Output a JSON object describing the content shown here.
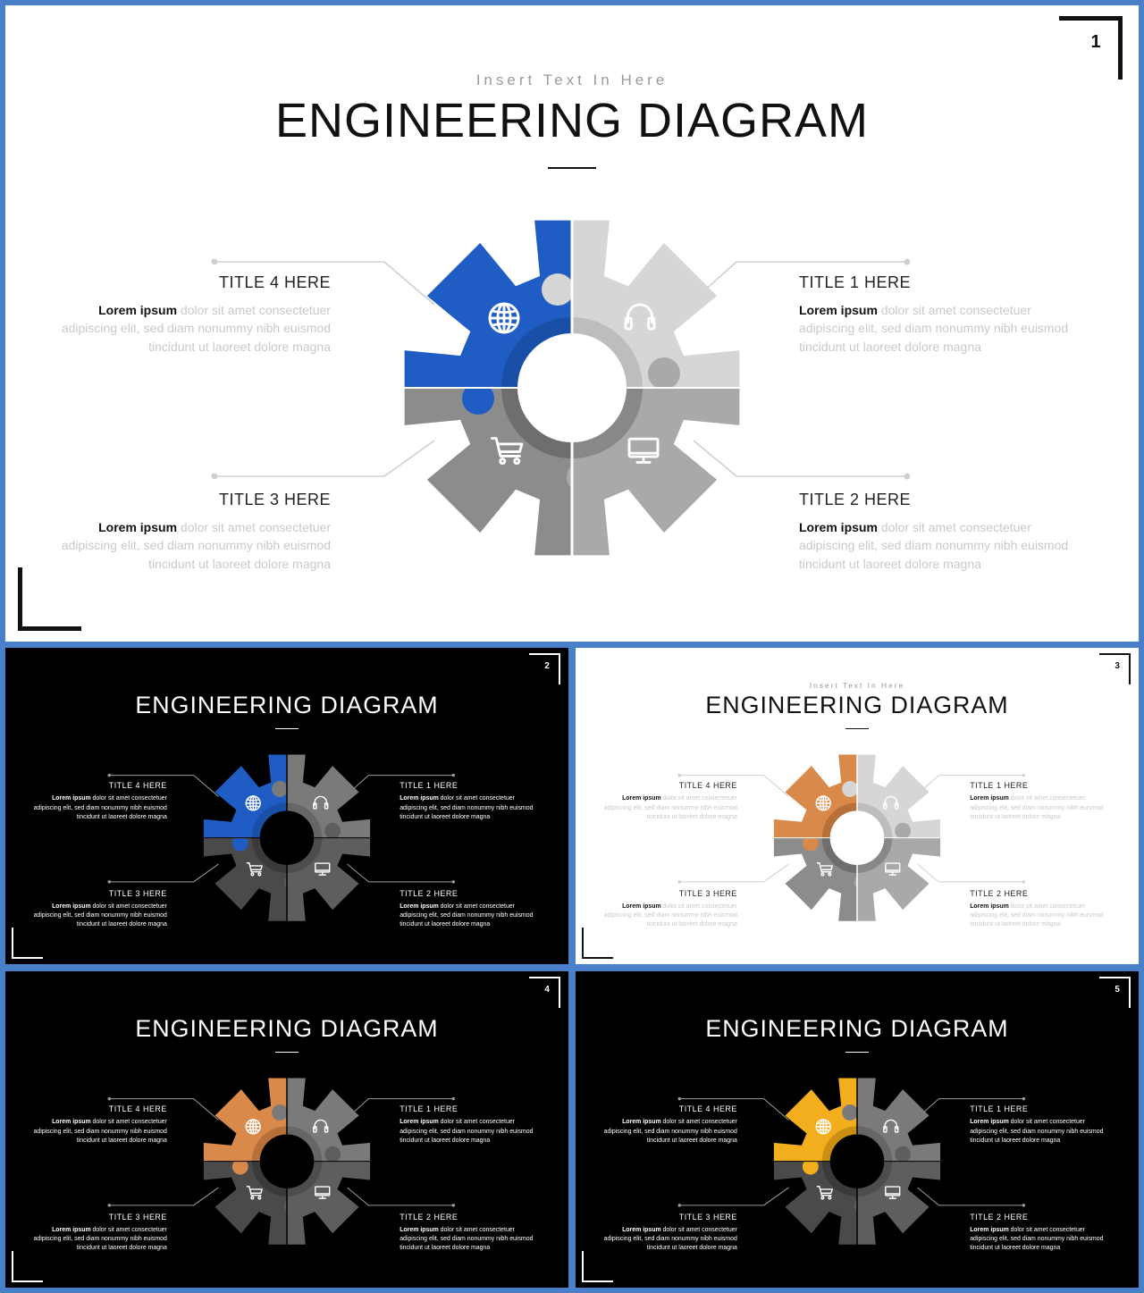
{
  "slides": [
    {
      "number": "1",
      "subtitle": "Insert Text In Here",
      "title": "ENGINEERING DIAGRAM",
      "theme": "light",
      "accent": "#1f5cc4",
      "colors": {
        "tl": "#1f5cc4",
        "tr": "#d6d6d6",
        "bl": "#8c8c8c",
        "br": "#a9a9a9",
        "ringTL": "#1a4fa8",
        "ringTR": "#bdbdbd",
        "ringBL": "#6e6e6e",
        "ringBR": "#888888"
      },
      "items": [
        {
          "title": "TITLE 4 HERE",
          "bold": "Lorem ipsum",
          "text": " dolor sit amet consectetuer adipiscing elit, sed diam nonummy nibh euismod tincidunt ut laoreet dolore magna"
        },
        {
          "title": "TITLE 1 HERE",
          "bold": "Lorem ipsum",
          "text": " dolor sit amet consectetuer adipiscing elit, sed diam nonummy nibh euismod tincidunt ut laoreet dolore magna"
        },
        {
          "title": "TITLE 3 HERE",
          "bold": "Lorem ipsum",
          "text": " dolor sit amet consectetuer adipiscing elit, sed diam nonummy nibh euismod tincidunt ut laoreet dolore magna"
        },
        {
          "title": "TITLE 2 HERE",
          "bold": "Lorem ipsum",
          "text": " dolor sit amet consectetuer adipiscing elit, sed diam nonummy nibh euismod tincidunt ut laoreet dolore magna"
        }
      ]
    },
    {
      "number": "2",
      "subtitle": "",
      "title": "ENGINEERING DIAGRAM",
      "theme": "dark",
      "accent": "#1f5cc4",
      "colors": {
        "tl": "#1f5cc4",
        "tr": "#7a7a7a",
        "bl": "#4a4a4a",
        "br": "#5e5e5e",
        "ringTL": "#1a4fa8",
        "ringTR": "#666666",
        "ringBL": "#3a3a3a",
        "ringBR": "#4d4d4d"
      },
      "items": [
        {
          "title": "TITLE 4 HERE",
          "bold": "Lorem ipsum",
          "text": " dolor sit amet consectetuer adipiscing elit, sed diam nonummy nibh euismod tincidunt ut laoreet dolore magna"
        },
        {
          "title": "TITLE 1 HERE",
          "bold": "Lorem ipsum",
          "text": " dolor sit amet consectetuer adipiscing elit, sed diam nonummy nibh euismod tincidunt ut laoreet dolore magna"
        },
        {
          "title": "TITLE 3 HERE",
          "bold": "Lorem ipsum",
          "text": " dolor sit amet consectetuer adipiscing elit, sed diam nonummy nibh euismod tincidunt ut laoreet dolore magna"
        },
        {
          "title": "TITLE 2 HERE",
          "bold": "Lorem ipsum",
          "text": " dolor sit amet consectetuer adipiscing elit, sed diam nonummy nibh euismod tincidunt ut laoreet dolore magna"
        }
      ]
    },
    {
      "number": "3",
      "subtitle": "Insert Text In Here",
      "title": "ENGINEERING DIAGRAM",
      "theme": "light",
      "accent": "#d9894a",
      "colors": {
        "tl": "#d9894a",
        "tr": "#d6d6d6",
        "bl": "#8c8c8c",
        "br": "#a9a9a9",
        "ringTL": "#b8703a",
        "ringTR": "#bdbdbd",
        "ringBL": "#6e6e6e",
        "ringBR": "#888888"
      },
      "items": [
        {
          "title": "TITLE 4 HERE",
          "bold": "Lorem ipsum",
          "text": " dolor sit amet consectetuer adipiscing elit, sed diam nonummy nibh euismod tincidunt ut laoreet dolore magna"
        },
        {
          "title": "TITLE 1 HERE",
          "bold": "Lorem ipsum",
          "text": " dolor sit amet consectetuer adipiscing elit, sed diam nonummy nibh euismod tincidunt ut laoreet dolore magna"
        },
        {
          "title": "TITLE 3 HERE",
          "bold": "Lorem ipsum",
          "text": " dolor sit amet consectetuer adipiscing elit, sed diam nonummy nibh euismod tincidunt ut laoreet dolore magna"
        },
        {
          "title": "TITLE 2 HERE",
          "bold": "Lorem ipsum",
          "text": " dolor sit amet consectetuer adipiscing elit, sed diam nonummy nibh euismod tincidunt ut laoreet dolore magna"
        }
      ]
    },
    {
      "number": "4",
      "subtitle": "",
      "title": "ENGINEERING DIAGRAM",
      "theme": "dark",
      "accent": "#d9894a",
      "colors": {
        "tl": "#d9894a",
        "tr": "#7a7a7a",
        "bl": "#4a4a4a",
        "br": "#5e5e5e",
        "ringTL": "#b8703a",
        "ringTR": "#666666",
        "ringBL": "#3a3a3a",
        "ringBR": "#4d4d4d"
      },
      "items": [
        {
          "title": "TITLE 4 HERE",
          "bold": "Lorem ipsum",
          "text": " dolor sit amet consectetuer adipiscing elit, sed diam nonummy nibh euismod tincidunt ut laoreet dolore magna"
        },
        {
          "title": "TITLE 1 HERE",
          "bold": "Lorem ipsum",
          "text": " dolor sit amet consectetuer adipiscing elit, sed diam nonummy nibh euismod tincidunt ut laoreet dolore magna"
        },
        {
          "title": "TITLE 3 HERE",
          "bold": "Lorem ipsum",
          "text": " dolor sit amet consectetuer adipiscing elit, sed diam nonummy nibh euismod tincidunt ut laoreet dolore magna"
        },
        {
          "title": "TITLE 2 HERE",
          "bold": "Lorem ipsum",
          "text": " dolor sit amet consectetuer adipiscing elit, sed diam nonummy nibh euismod tincidunt ut laoreet dolore magna"
        }
      ]
    },
    {
      "number": "5",
      "subtitle": "",
      "title": "ENGINEERING DIAGRAM",
      "theme": "dark",
      "accent": "#f2ae1c",
      "colors": {
        "tl": "#f2ae1c",
        "tr": "#7a7a7a",
        "bl": "#4a4a4a",
        "br": "#5e5e5e",
        "ringTL": "#c98e12",
        "ringTR": "#666666",
        "ringBL": "#3a3a3a",
        "ringBR": "#4d4d4d"
      },
      "items": [
        {
          "title": "TITLE 4 HERE",
          "bold": "Lorem ipsum",
          "text": " dolor sit amet consectetuer adipiscing elit, sed diam nonummy nibh euismod tincidunt ut laoreet dolore magna"
        },
        {
          "title": "TITLE 1 HERE",
          "bold": "Lorem ipsum",
          "text": " dolor sit amet consectetuer adipiscing elit, sed diam nonummy nibh euismod tincidunt ut laoreet dolore magna"
        },
        {
          "title": "TITLE 3 HERE",
          "bold": "Lorem ipsum",
          "text": " dolor sit amet consectetuer adipiscing elit, sed diam nonummy nibh euismod tincidunt ut laoreet dolore magna"
        },
        {
          "title": "TITLE 2 HERE",
          "bold": "Lorem ipsum",
          "text": " dolor sit amet consectetuer adipiscing elit, sed diam nonummy nibh euismod tincidunt ut laoreet dolore magna"
        }
      ]
    }
  ],
  "icons": [
    "globe-icon",
    "headphones-icon",
    "shopping-cart-icon",
    "monitor-icon"
  ]
}
